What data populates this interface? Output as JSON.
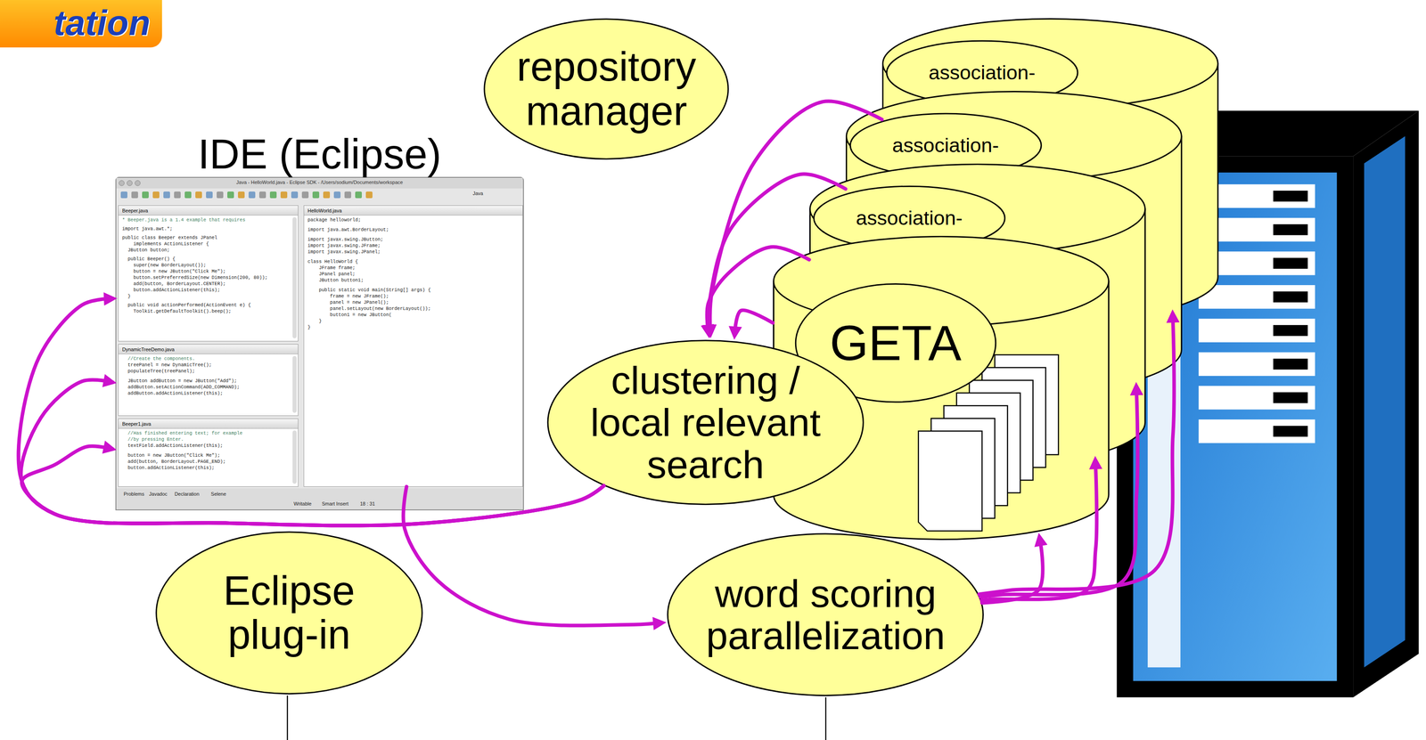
{
  "diagram": {
    "nodes": [
      {
        "text": [
          "tation"
        ]
      },
      {
        "text": [
          "repository manager"
        ]
      },
      {
        "text": [
          "IDE (Eclipse)",
          "Java - HelloWorld.java - Eclipse SDK - /Users/sodium/Documents/workspace",
          "Java",
          "Problems",
          "Javadoc",
          "Declaration",
          "Selene",
          "Writable",
          "Smart Insert",
          "18 : 31"
        ]
      },
      {
        "text": [
          "Beeper.java",
          "* Beeper.java is a 1.4 example that requires",
          "import java.awt.*;",
          "public class Beeper extends JPanel",
          "implements ActionListener {",
          "JButton button;",
          "public Beeper() {",
          "super(new BorderLayout());",
          "button = new JButton(\"Click Me\");",
          "button.setPreferredSize(new Dimension(200, 80));",
          "add(button, BorderLayout.CENTER);",
          "button.addActionListener(this);",
          "}",
          "public void actionPerformed(ActionEvent e) {",
          "Toolkit.getDefaultToolkit().beep();"
        ],
        "in": 2
      },
      {
        "text": [
          "DynamicTreeDemo.java",
          "//Create the components.",
          "treePanel = new DynamicTree();",
          "populateTree(treePanel);",
          "JButton addButton = new JButton(\"Add\");",
          "addButton.setActionCommand(ADD_COMMAND);",
          "addButton.addActionListener(this);"
        ],
        "in": 2
      },
      {
        "text": [
          "Beeper1.java",
          "//Has finished entering text; for example",
          "//by pressing Enter.",
          "textField.addActionListener(this);",
          "button = new JButton(\"Click Me\");",
          "add(button, BorderLayout.PAGE_END);",
          "button.addActionListener(this);"
        ],
        "in": 2
      },
      {
        "text": [
          "HelloWorld.java",
          "package helloworld;",
          "import java.awt.BorderLayout;",
          "import javax.swing.JButton;",
          "import javax.swing.JFrame;",
          "import javax.swing.JPanel;",
          "class HelloWorld {",
          "JFrame frame;",
          "JPanel panel;",
          "JButton button1;",
          "public static void main(String[] args) {",
          "frame = new JFrame();",
          "panel = new JPanel();",
          "panel.setLayout(new BorderLayout());",
          "button1 = new JButton(",
          "}",
          "}"
        ],
        "in": 2
      },
      {
        "text": [
          "association-"
        ]
      },
      {
        "text": [
          "association-"
        ]
      },
      {
        "text": [
          "association-"
        ]
      },
      {
        "text": [
          "GETA"
        ]
      },
      {
        "text": [
          "clustering / local relevant search"
        ]
      },
      {
        "text": [
          "Eclipse plug-in"
        ]
      },
      {
        "text": [
          "word scoring parallelization"
        ]
      }
    ],
    "edges": [
      {
        "from": 7,
        "to": 11,
        "arrow": "to"
      },
      {
        "from": 8,
        "to": 11,
        "arrow": "to"
      },
      {
        "from": 9,
        "to": 11,
        "arrow": "to"
      },
      {
        "from": 10,
        "to": 11,
        "arrow": "to"
      },
      {
        "from": 11,
        "to": 3,
        "arrow": "to"
      },
      {
        "from": 11,
        "to": 4,
        "arrow": "to"
      },
      {
        "from": 11,
        "to": 5,
        "arrow": "to"
      },
      {
        "from": 6,
        "to": 13,
        "arrow": "to"
      },
      {
        "from": 13,
        "to": 7,
        "arrow": "to"
      },
      {
        "from": 13,
        "to": 8,
        "arrow": "to"
      },
      {
        "from": 13,
        "to": 9,
        "arrow": "to"
      },
      {
        "from": 13,
        "to": 10,
        "arrow": "to"
      }
    ]
  }
}
